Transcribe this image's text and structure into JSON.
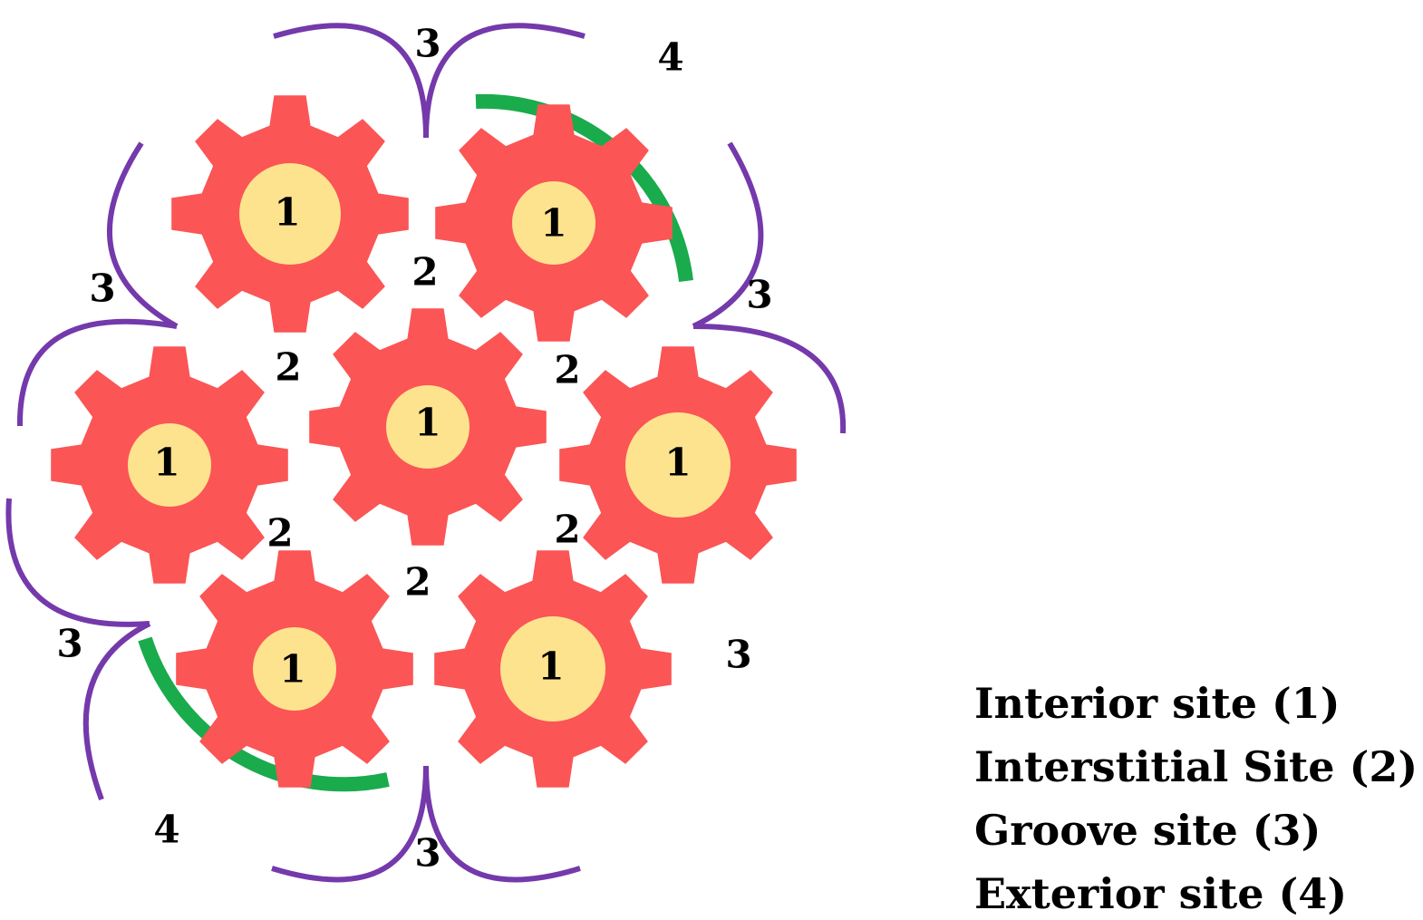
{
  "colors": {
    "gear": "#fb5555",
    "core": "#fee38f",
    "groove_arc": "#7439ab",
    "exterior_arc": "#1aab4c",
    "text": "#000000"
  },
  "gear_labels": [
    "1",
    "1",
    "1",
    "1",
    "1",
    "1",
    "1"
  ],
  "interstitial_labels": [
    "2",
    "2",
    "2",
    "2",
    "2",
    "2"
  ],
  "groove_labels": [
    "3",
    "3",
    "3",
    "3",
    "3",
    "3"
  ],
  "exterior_labels": [
    "4",
    "4"
  ],
  "legend": [
    "Interior site (1)",
    "Interstitial Site (2)",
    "Groove site (3)",
    "Exterior site (4)"
  ]
}
